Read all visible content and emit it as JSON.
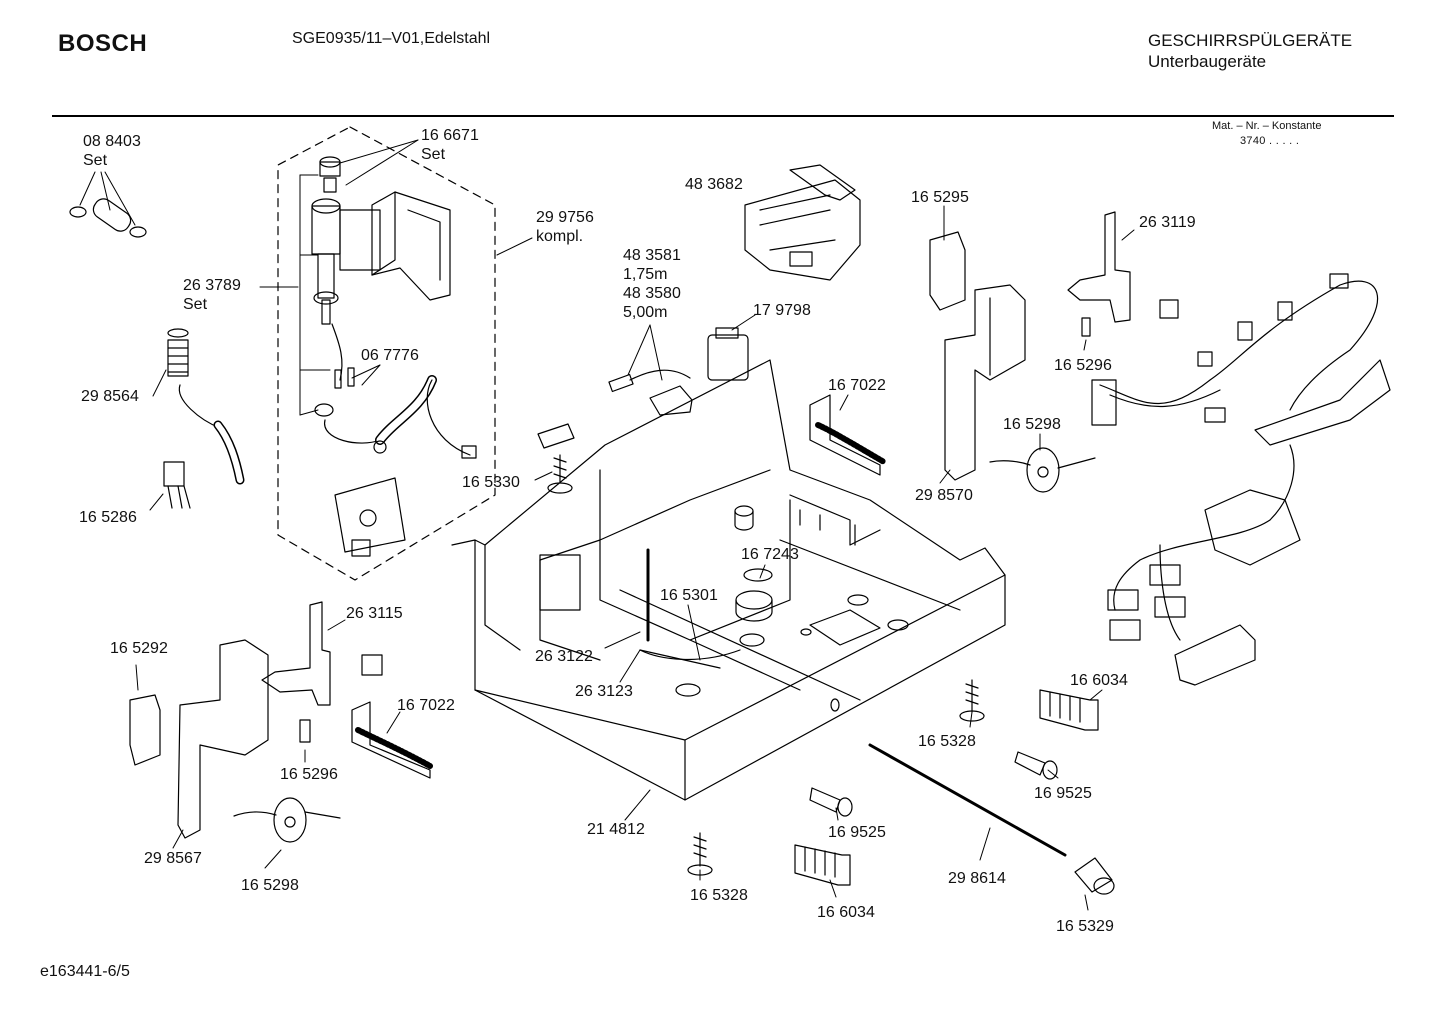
{
  "header": {
    "brand": "BOSCH",
    "model": "SGE0935/11–V01,Edelstahl",
    "category": "GESCHIRRSPÜLGERÄTE",
    "subcategory": "Unterbaugeräte",
    "mat_label": "Mat. – Nr. – Konstante",
    "mat_value": "3740 . . . . ."
  },
  "footer": {
    "code": "e163441-6/5"
  },
  "parts": [
    {
      "id": "p1",
      "lines": [
        "08 8403",
        "Set"
      ]
    },
    {
      "id": "p2",
      "lines": [
        "16 6671",
        "Set"
      ]
    },
    {
      "id": "p3",
      "lines": [
        "29 9756",
        "kompl."
      ]
    },
    {
      "id": "p4",
      "lines": [
        "26 3789",
        "Set"
      ]
    },
    {
      "id": "p5",
      "lines": [
        "29 8564"
      ]
    },
    {
      "id": "p6",
      "lines": [
        "06 7776"
      ]
    },
    {
      "id": "p7",
      "lines": [
        "16 5286"
      ]
    },
    {
      "id": "p8",
      "lines": [
        "48 3682"
      ]
    },
    {
      "id": "p9",
      "lines": [
        "48  3581",
        "1,75m",
        "48 3580",
        "5,00m"
      ]
    },
    {
      "id": "p10",
      "lines": [
        "17 9798"
      ]
    },
    {
      "id": "p11",
      "lines": [
        "16 5330"
      ]
    },
    {
      "id": "p12",
      "lines": [
        "16 5295"
      ]
    },
    {
      "id": "p13",
      "lines": [
        "26 3119"
      ]
    },
    {
      "id": "p14",
      "lines": [
        "16 5296"
      ]
    },
    {
      "id": "p15",
      "lines": [
        "16 7022"
      ]
    },
    {
      "id": "p16",
      "lines": [
        "16 5298"
      ]
    },
    {
      "id": "p17",
      "lines": [
        "29 8570"
      ]
    },
    {
      "id": "p18",
      "lines": [
        "16 7243"
      ]
    },
    {
      "id": "p19",
      "lines": [
        "16 5301"
      ]
    },
    {
      "id": "p20",
      "lines": [
        "26 3122"
      ]
    },
    {
      "id": "p21",
      "lines": [
        "26 3123"
      ]
    },
    {
      "id": "p22",
      "lines": [
        "26 3115"
      ]
    },
    {
      "id": "p23",
      "lines": [
        "16 5292"
      ]
    },
    {
      "id": "p24",
      "lines": [
        "16 7022"
      ]
    },
    {
      "id": "p25",
      "lines": [
        "16 5296"
      ]
    },
    {
      "id": "p26",
      "lines": [
        "29 8567"
      ]
    },
    {
      "id": "p27",
      "lines": [
        "16 5298"
      ]
    },
    {
      "id": "p28",
      "lines": [
        "21 4812"
      ]
    },
    {
      "id": "p29",
      "lines": [
        "16 5328"
      ]
    },
    {
      "id": "p30",
      "lines": [
        "16 9525"
      ]
    },
    {
      "id": "p31",
      "lines": [
        "16 6034"
      ]
    },
    {
      "id": "p32",
      "lines": [
        "16 5328"
      ]
    },
    {
      "id": "p33",
      "lines": [
        "16 6034"
      ]
    },
    {
      "id": "p34",
      "lines": [
        "16 9525"
      ]
    },
    {
      "id": "p35",
      "lines": [
        "29 8614"
      ]
    },
    {
      "id": "p36",
      "lines": [
        "16 5329"
      ]
    }
  ]
}
